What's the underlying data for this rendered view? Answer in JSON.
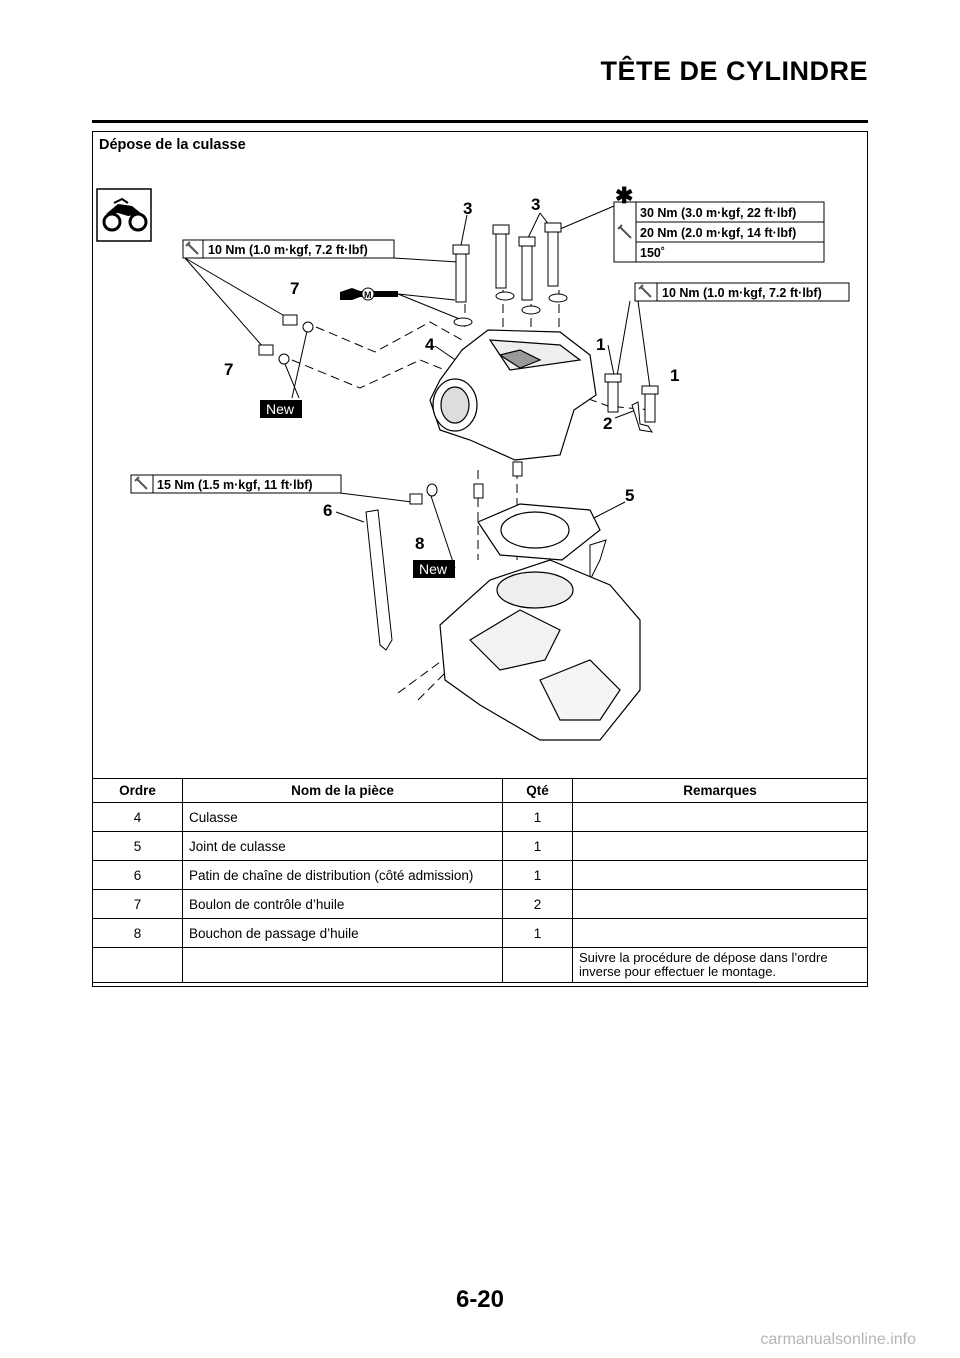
{
  "header": {
    "title": "TÊTE DE CYLINDRE"
  },
  "section": {
    "title": "Dépose de la culasse"
  },
  "figure": {
    "callout_numbers": [
      "1",
      "1",
      "2",
      "3",
      "3",
      "4",
      "5",
      "6",
      "7",
      "7",
      "8"
    ],
    "star_symbol": "✱",
    "torque_labels": {
      "t1": "10 Nm (1.0 m·kgf, 7.2 ft·lbf)",
      "t2": "30 Nm (3.0 m·kgf, 22 ft·lbf)",
      "t3": "20 Nm (2.0 m·kgf, 14 ft·lbf)",
      "t4": "150˚",
      "t5": "10 Nm (1.0 m·kgf, 7.2 ft·lbf)",
      "t6": "15 Nm (1.5 m·kgf, 11 ft·lbf)"
    },
    "new_badges": [
      "New",
      "New"
    ],
    "molybdenum_mark": "M",
    "icons": [
      "motorcycle-icon",
      "torque-wrench-icon"
    ]
  },
  "table": {
    "headers": [
      "Ordre",
      "Nom de la pièce",
      "Qté",
      "Remarques"
    ],
    "rows": [
      [
        "4",
        "Culasse",
        "1",
        ""
      ],
      [
        "5",
        "Joint de culasse",
        "1",
        ""
      ],
      [
        "6",
        "Patin de chaîne de distribution (côté admission)",
        "1",
        ""
      ],
      [
        "7",
        "Boulon de contrôle d’huile",
        "2",
        ""
      ],
      [
        "8",
        "Bouchon de passage d’huile",
        "1",
        ""
      ]
    ],
    "final_remark_line1": "Suivre la procédure de dépose dans l’ordre",
    "final_remark_line2": "inverse pour effectuer le montage."
  },
  "footer": {
    "page_number": "6-20",
    "watermark": "carmanualsonline.info"
  }
}
